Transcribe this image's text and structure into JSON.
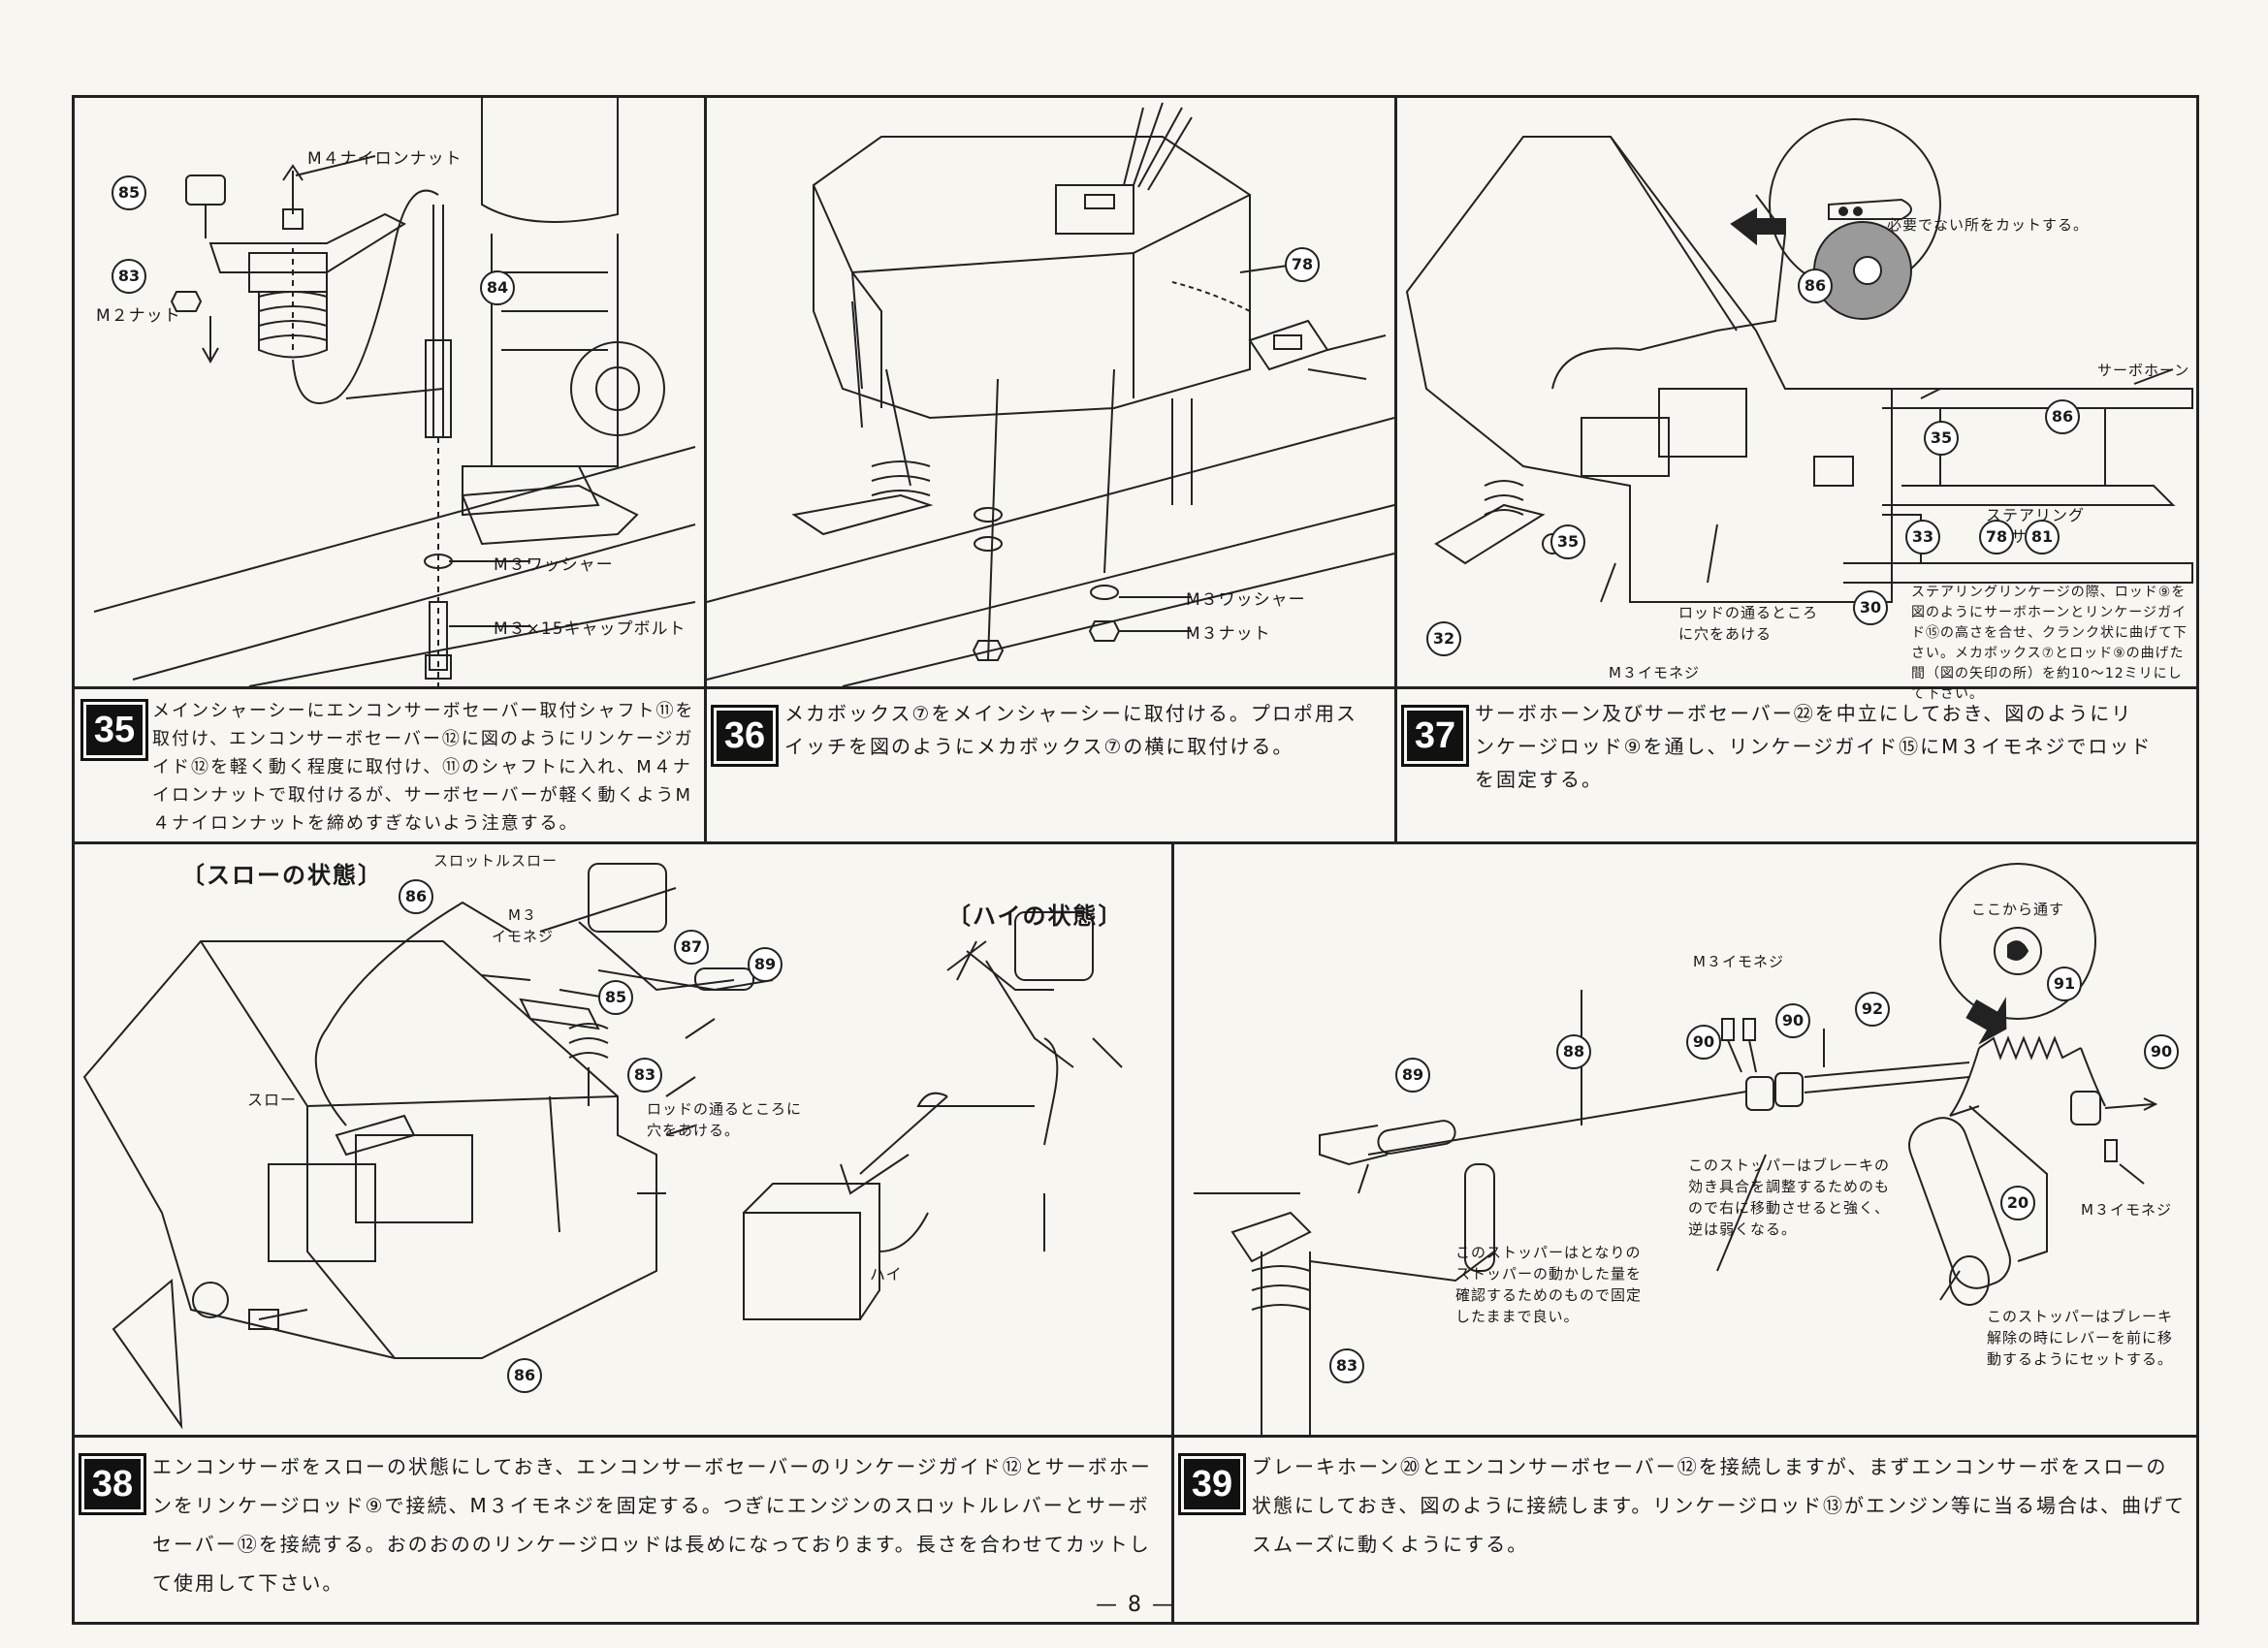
{
  "page": {
    "number": "— 8 —"
  },
  "panel35": {
    "labels": {
      "nylon_nut": "M４ナイロンナット",
      "m2_nut": "M２ナット",
      "washer": "M３ワッシャー",
      "cap_bolt": "M３×15キャップボルト",
      "n85": "85",
      "n83": "83",
      "n84": "84"
    }
  },
  "panel36": {
    "labels": {
      "washer": "M３ワッシャー",
      "nut": "M３ナット",
      "n78": "78"
    }
  },
  "panel37": {
    "labels": {
      "cut": "必要でない所をカットする。",
      "servo_horn": "サーボホーン",
      "steering_servo": "ステアリング\nサーボ",
      "hole": "ロッドの通るところ\nに穴をあける",
      "setscrew": "M３イモネジ",
      "note": "ステアリングリンケージの際、ロッド⑨を図のようにサーボホーンとリンケージガイド⑮の高さを合せ、クランク状に曲げて下さい。メカボックス⑦とロッド⑨の曲げた間（図の矢印の所）を約10〜12ミリにして下さい。",
      "n86": "86",
      "n35": "35",
      "n32": "32",
      "n33": "33",
      "n78": "78",
      "n81": "81",
      "n30": "30"
    }
  },
  "panel38": {
    "labels": {
      "slow_state": "〔スローの状態〕",
      "high_state": "〔ハイの状態〕",
      "throttle_slow": "スロットルスロー",
      "m3": "M３\nイモネジ",
      "slow": "スロー",
      "high": "ハイ",
      "hole": "ロッドの通るところに\n穴をあける。",
      "n86": "86",
      "n87": "87",
      "n89": "89",
      "n85": "85",
      "n83": "83"
    }
  },
  "panel39": {
    "labels": {
      "pass_here": "ここから通す",
      "m3_a": "M３イモネジ",
      "m3_b": "M３イモネジ",
      "stopper1": "このストッパーはブレーキの\n効き具合を調整するためのも\nので右に移動させると強く、\n逆は弱くなる。",
      "stopper2": "このストッパーはとなりの\nストッパーの動かした量を\n確認するためのもので固定\nしたままで良い。",
      "stopper3": "このストッパーはブレーキ\n解除の時にレバーを前に移\n動するようにセットする。",
      "n88": "88",
      "n89": "89",
      "n90a": "90",
      "n90b": "90",
      "n90c": "90",
      "n91": "91",
      "n92": "92",
      "n20": "20",
      "n83": "83"
    }
  },
  "steps": [
    {
      "num": "35",
      "text": "メインシャーシーにエンコンサーボセーバー取付シャフト⑪を取付け、エンコンサーボセーバー⑫に図のようにリンケージガイド⑫を軽く動く程度に取付け、⑪のシャフトに入れ、M４ナイロンナットで取付けるが、サーボセーバーが軽く動くようM４ナイロンナットを締めすぎないよう注意する。"
    },
    {
      "num": "36",
      "text": "メカボックス⑦をメインシャーシーに取付ける。プロポ用スイッチを図のようにメカボックス⑦の横に取付ける。"
    },
    {
      "num": "37",
      "text": "サーボホーン及びサーボセーバー㉒を中立にしておき、図のようにリンケージロッド⑨を通し、リンケージガイド⑮にM３イモネジでロッドを固定する。"
    },
    {
      "num": "38",
      "text": "エンコンサーボをスローの状態にしておき、エンコンサーボセーバーのリンケージガイド⑫とサーボホーンをリンケージロッド⑨で接続、M３イモネジを固定する。つぎにエンジンのスロットルレバーとサーボセーバー⑫を接続する。おのおののリンケージロッドは長めになっております。長さを合わせてカットして使用して下さい。"
    },
    {
      "num": "39",
      "text": "ブレーキホーン⑳とエンコンサーボセーバー⑫を接続しますが、まずエンコンサーボをスローの状態にしておき、図のように接続します。リンケージロッド⑬がエンジン等に当る場合は、曲げてスムーズに動くようにする。"
    }
  ]
}
